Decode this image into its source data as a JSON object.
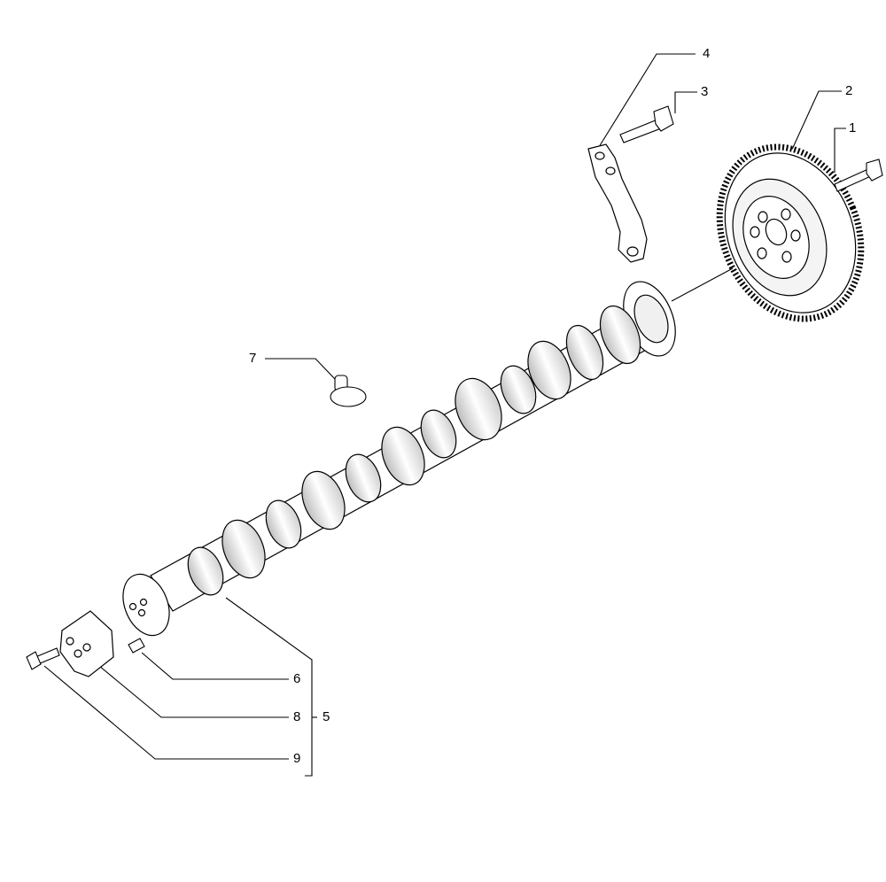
{
  "callouts": {
    "c1": "1",
    "c2": "2",
    "c3": "3",
    "c4": "4",
    "c5": "5",
    "c6": "6",
    "c7": "7",
    "c8": "8",
    "c9": "9"
  },
  "colors": {
    "line": "#000000",
    "part_fill": "#ffffff",
    "shade": "#d8d8d8"
  }
}
